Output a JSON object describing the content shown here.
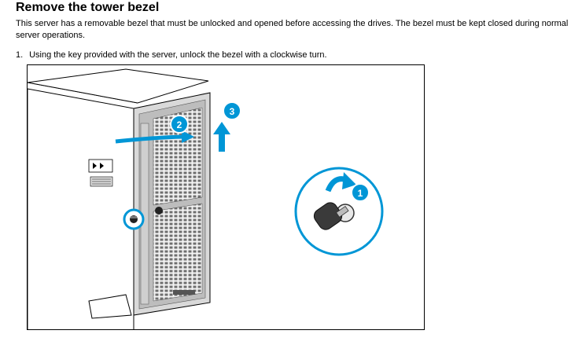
{
  "heading": "Remove the tower bezel",
  "intro": "This server has a removable bezel that must be unlocked and opened before accessing the drives. The bezel must be kept closed during normal server operations.",
  "steps": [
    {
      "number": "1.",
      "text": "Using the key provided with the server, unlock the bezel with a clockwise turn."
    }
  ],
  "figure": {
    "callouts": [
      "1",
      "2",
      "3"
    ],
    "accent_color": "#0096d6",
    "icons": [
      "server-tower",
      "bezel-lock-icon",
      "key-icon",
      "rotate-arrow-icon",
      "slide-arrow-icon",
      "lift-arrow-icon"
    ]
  }
}
